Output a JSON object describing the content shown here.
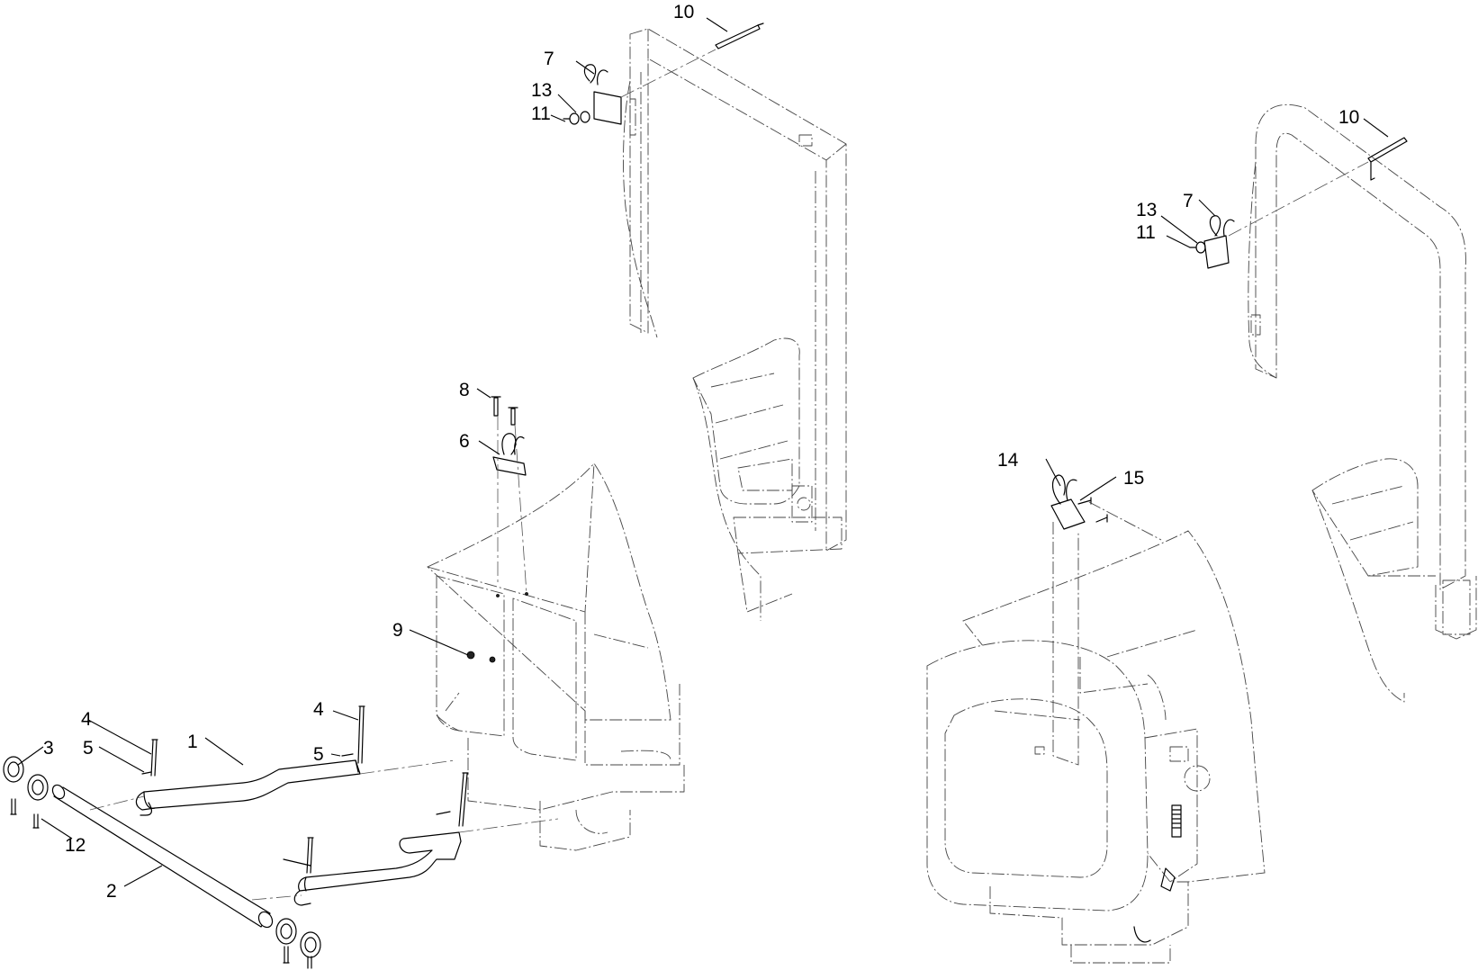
{
  "callouts": {
    "c1": "1",
    "c2": "2",
    "c3": "3",
    "c4a": "4",
    "c4b": "4",
    "c5a": "5",
    "c5b": "5",
    "c6": "6",
    "c7a": "7",
    "c7b": "7",
    "c8": "8",
    "c9": "9",
    "c10a": "10",
    "c10b": "10",
    "c11a": "11",
    "c11b": "11",
    "c12": "12",
    "c13a": "13",
    "c13b": "13",
    "c14": "14",
    "c15": "15"
  }
}
